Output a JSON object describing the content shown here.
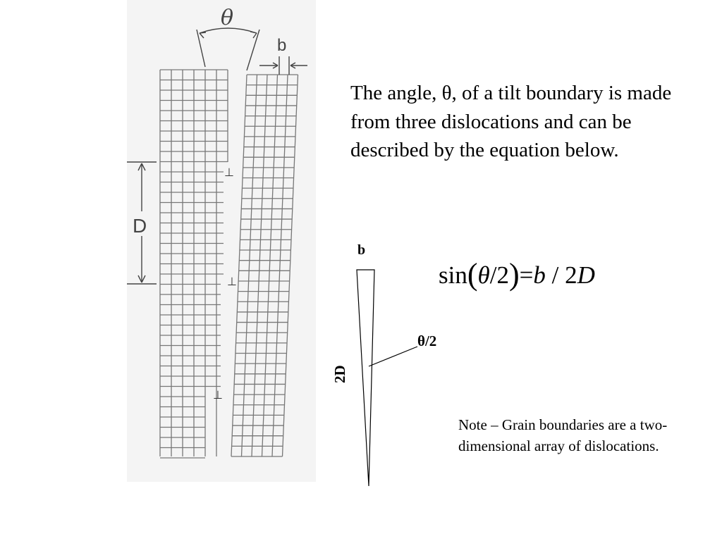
{
  "main_text": "The angle, θ, of a tilt boundary is made from three dislocations and can be described by the equation below.",
  "equation": {
    "func": "sin",
    "theta": "θ",
    "slash_two": "/2",
    "equals_rhs_b": "b",
    "rhs_slash": " / 2",
    "rhs_D": "D"
  },
  "triangle_labels": {
    "top": "b",
    "angle": "θ/2",
    "side": "2D"
  },
  "figure_labels": {
    "theta": "θ",
    "b": "b",
    "D": "D",
    "dislocation_symbol": "⊥"
  },
  "note": "Note – Grain boundaries are a two-dimensional array of dislocations."
}
